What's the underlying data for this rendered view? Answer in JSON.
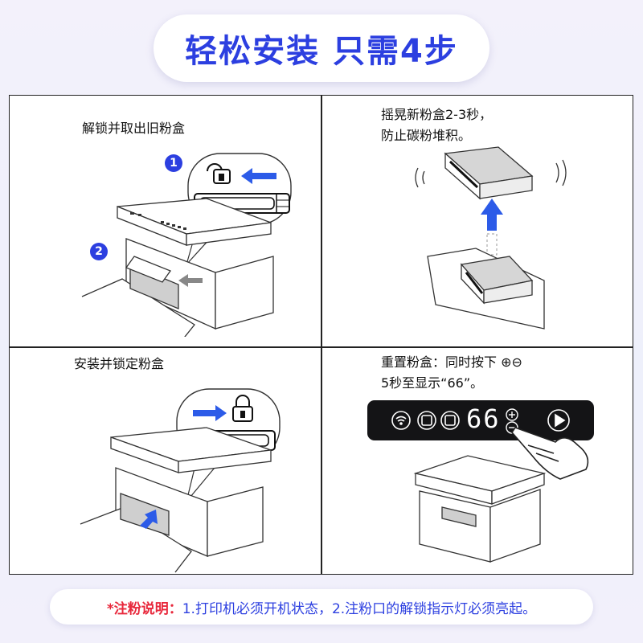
{
  "title": "轻松安装 只需4步",
  "steps": [
    {
      "caption": "解锁并取出旧粉盒",
      "badges": [
        "1",
        "2"
      ]
    },
    {
      "caption_line1": "摇晃新粉盒2-3秒，",
      "caption_line2": "防止碳粉堆积。"
    },
    {
      "caption": "安装并锁定粉盒"
    },
    {
      "caption_line1": "重置粉盒：同时按下 ⊕⊖",
      "caption_line2": "5秒至显示“66”。",
      "display_value": "66"
    }
  ],
  "note": {
    "head": "*注粉说明：",
    "body": "1.打印机必须开机状态，2.注粉口的解锁指示灯必须亮起。"
  },
  "colors": {
    "accent": "#2c3fe0",
    "warning": "#e8283c",
    "display_bg": "#141416"
  },
  "icons": [
    "unlock-icon",
    "lock-icon",
    "arrow-left-icon",
    "arrow-right-icon",
    "arrow-up-icon",
    "wifi-icon",
    "plus-icon",
    "minus-icon",
    "play-icon",
    "hand-pointer-icon"
  ]
}
